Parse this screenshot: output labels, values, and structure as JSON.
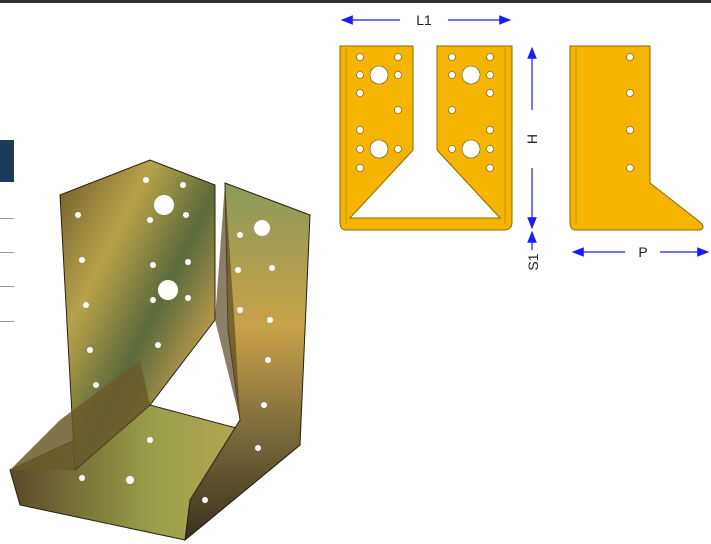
{
  "colors": {
    "bracket_fill": "#f5b400",
    "dimension_arrow": "#1a1aff",
    "photo_metal": "#9a8a3a",
    "left_tab": "#1c3a5c"
  },
  "dimensions": {
    "width_label": "L1",
    "height_label": "H",
    "depth_label": "P",
    "base_label": "S1"
  }
}
